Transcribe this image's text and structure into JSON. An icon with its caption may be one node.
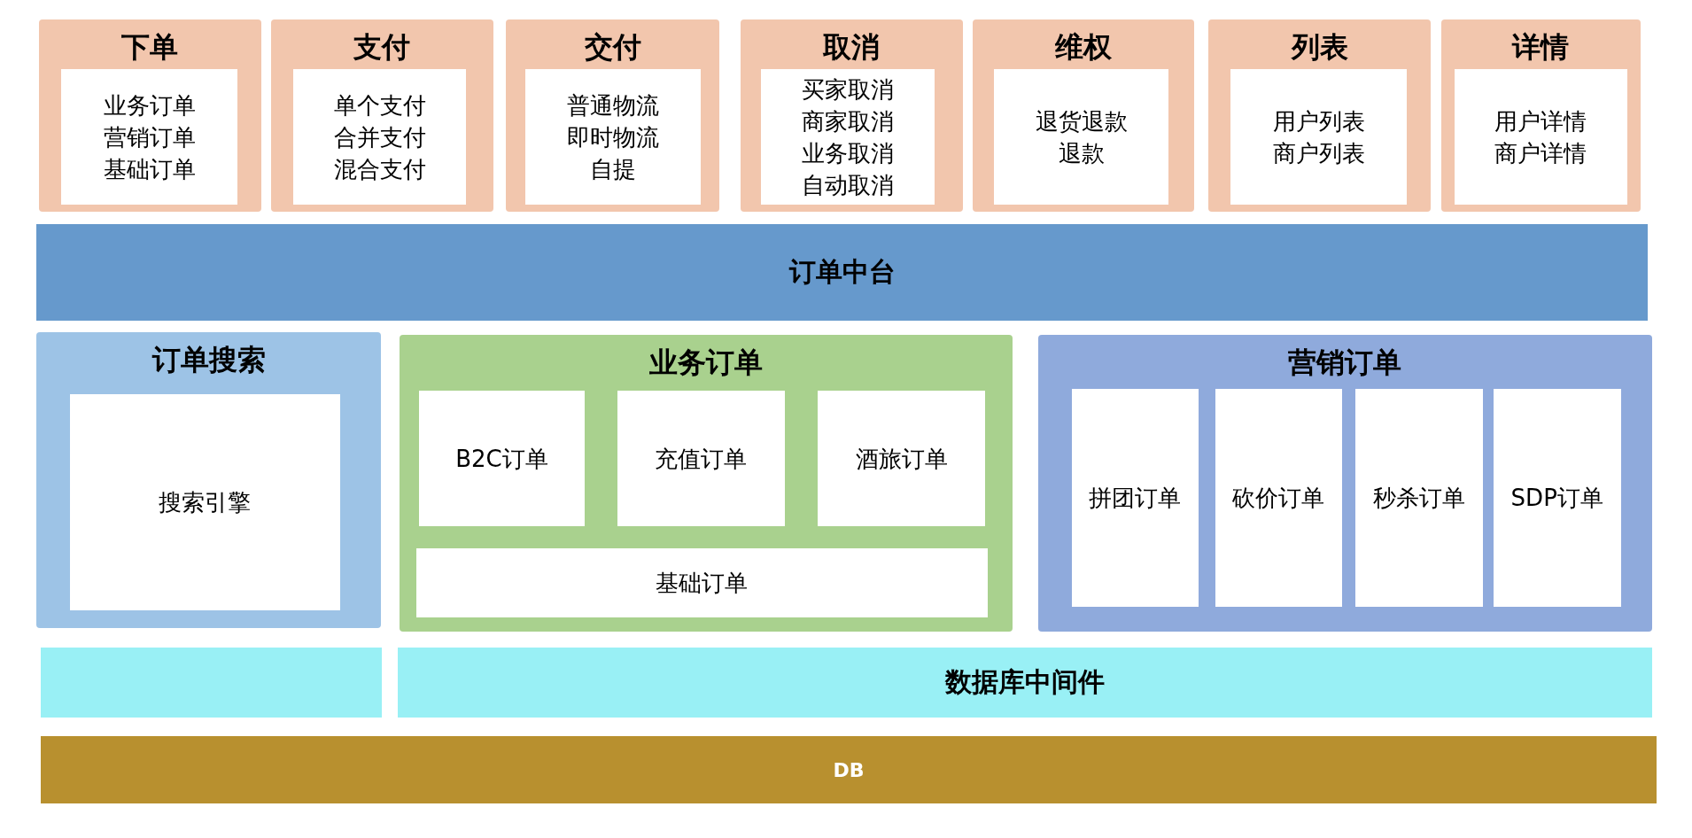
{
  "diagram": {
    "nodes": [
      {
        "text": [
          "下单"
        ]
      },
      {
        "text": [
          "业务订单",
          "营销订单",
          "基础订单"
        ],
        "in": 0
      },
      {
        "text": [
          "支付"
        ]
      },
      {
        "text": [
          "单个支付",
          "合并支付",
          "混合支付"
        ],
        "in": 2
      },
      {
        "text": [
          "交付"
        ]
      },
      {
        "text": [
          "普通物流",
          "即时物流",
          "自提"
        ],
        "in": 4
      },
      {
        "text": [
          "取消"
        ]
      },
      {
        "text": [
          "买家取消",
          "商家取消",
          "业务取消",
          "自动取消"
        ],
        "in": 6
      },
      {
        "text": [
          "维权"
        ]
      },
      {
        "text": [
          "退货退款",
          "退款"
        ],
        "in": 8
      },
      {
        "text": [
          "列表"
        ]
      },
      {
        "text": [
          "用户列表",
          "商户列表"
        ],
        "in": 10
      },
      {
        "text": [
          "详情"
        ]
      },
      {
        "text": [
          "用户详情",
          "商户详情"
        ],
        "in": 12
      },
      {
        "text": [
          "订单中台"
        ]
      },
      {
        "text": [
          "订单搜索"
        ]
      },
      {
        "text": [
          "搜索引擎"
        ],
        "in": 15
      },
      {
        "text": [
          "业务订单"
        ]
      },
      {
        "text": [
          "B2C订单"
        ],
        "in": 17
      },
      {
        "text": [
          "充值订单"
        ],
        "in": 17
      },
      {
        "text": [
          "酒旅订单"
        ],
        "in": 17
      },
      {
        "text": [
          "基础订单"
        ],
        "in": 17
      },
      {
        "text": [
          "营销订单"
        ]
      },
      {
        "text": [
          "拼团订单"
        ],
        "in": 22
      },
      {
        "text": [
          "砍价订单"
        ],
        "in": 22
      },
      {
        "text": [
          "秒杀订单"
        ],
        "in": 22
      },
      {
        "text": [
          "SDP订单"
        ],
        "in": 22
      },
      {
        "text": [],
        "shape": "bar"
      },
      {
        "text": [
          "数据库中间件"
        ]
      },
      {
        "text": [
          "DB"
        ]
      }
    ]
  }
}
